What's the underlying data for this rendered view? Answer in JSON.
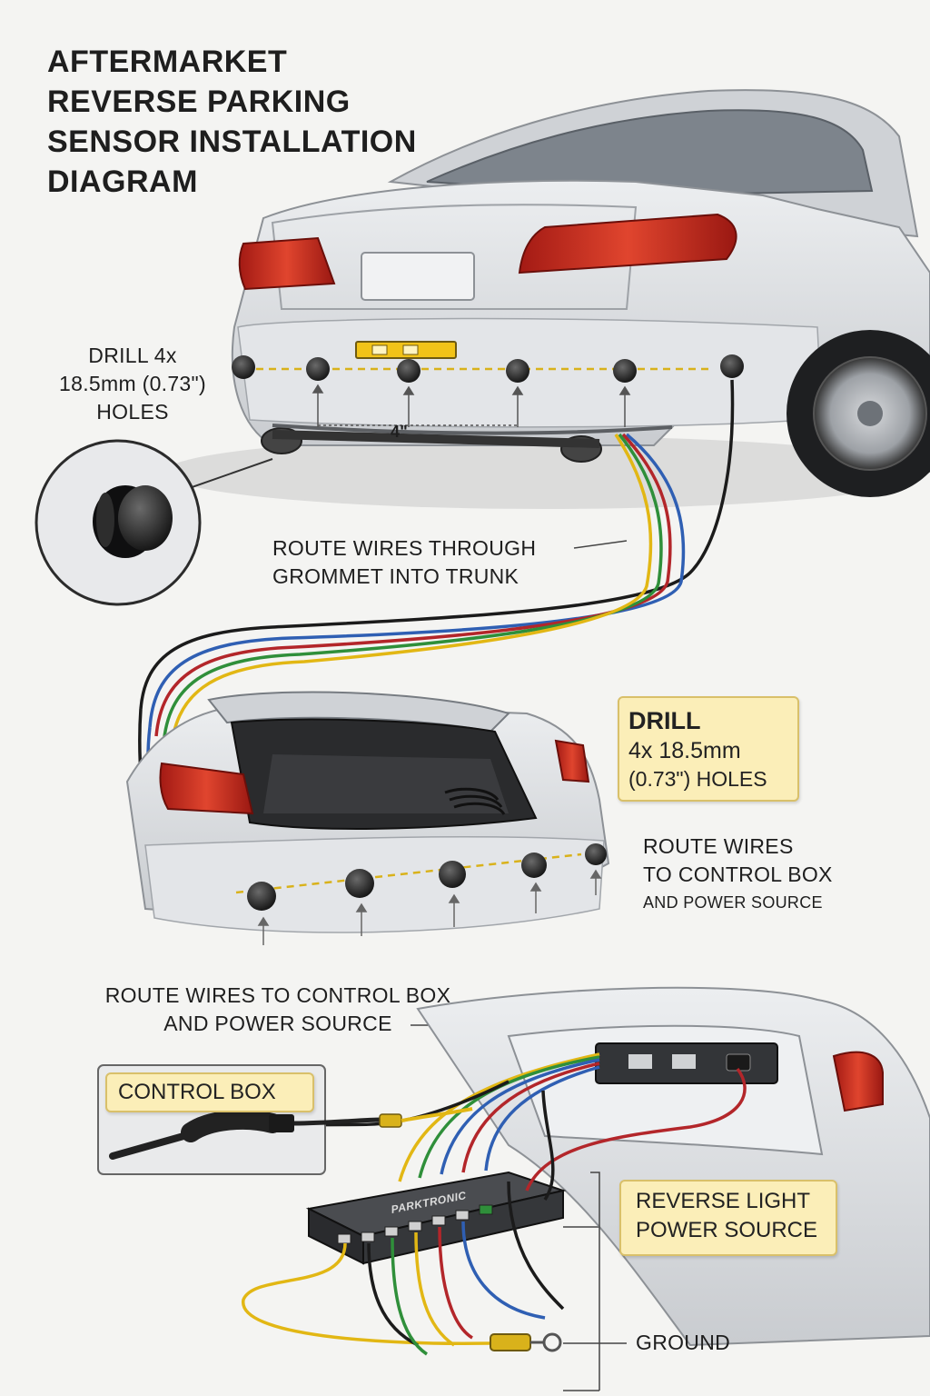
{
  "title": {
    "lines": [
      "AFTERMARKET",
      "REVERSE PARKING",
      "SENSOR INSTALLATION",
      "DIAGRAM"
    ]
  },
  "drill_label": {
    "lines": [
      "DRILL 4x",
      "18.5mm (0.73\")",
      "HOLES"
    ]
  },
  "spacing_label": "4\"",
  "grommet_label": {
    "lines": [
      "ROUTE WIRES THROUGH",
      "GROMMET INTO TRUNK"
    ]
  },
  "drill_callout": {
    "line1": "DRILL",
    "line2": "4x 18.5mm",
    "line3": "(0.73\") HOLES"
  },
  "route_right_label": {
    "lines": [
      "ROUTE WIRES",
      "TO CONTROL BOX",
      "AND POWER SOURCE"
    ]
  },
  "route_bottom_label": {
    "lines": [
      "ROUTE WIRES TO CONTROL BOX",
      "AND POWER SOURCE"
    ]
  },
  "control_box_label": "CONTROL BOX",
  "brand_label": "PARKTRONIC",
  "reverse_light_label": {
    "lines": [
      "REVERSE LIGHT",
      "POWER SOURCE"
    ]
  },
  "ground_label": "GROUND",
  "colors": {
    "car_body": "#d9dbde",
    "tail_light": "#c8281e",
    "wire_yellow": "#e2b714",
    "wire_green": "#2f8f3a",
    "wire_blue": "#2f5fb3",
    "wire_red": "#b3262a",
    "wire_black": "#1b1b1b",
    "callout_fill": "#fbeeb8"
  },
  "icons": [
    "sensor-icon",
    "drill-bit-icon",
    "level-icon",
    "control-unit-icon",
    "ring-terminal-icon"
  ]
}
